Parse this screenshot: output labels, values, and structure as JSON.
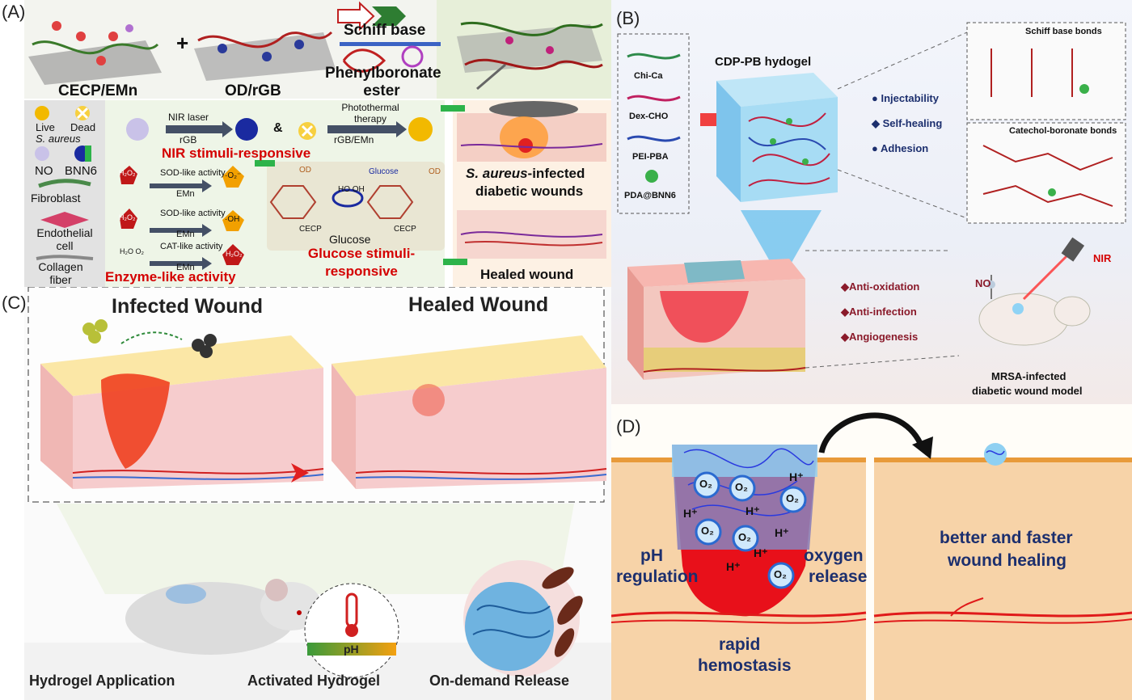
{
  "panels": {
    "A": "(A)",
    "B": "(B)",
    "C": "(C)",
    "D": "(D)"
  },
  "panel_a": {
    "left_component": "CECP/EMn",
    "right_component": "OD/rGB",
    "plus": "+",
    "schiff_base": "Schiff base",
    "phenylboronate_ester": "Phenylboronate ester",
    "legend": {
      "live": "Live",
      "dead": "Dead",
      "s_aureus": "S. aureus",
      "no": "NO",
      "bnn6": "BNN6",
      "fibroblast": "Fibroblast",
      "endothelial_cell": "Endothelial cell",
      "collagen_fiber": "Collagen fiber"
    },
    "nir_laser": "NIR laser",
    "rgb": "rGB",
    "ampersand": "&",
    "photothermal_therapy": "Photothermal therapy",
    "rgb_emn": "rGB/EMn",
    "nir_title": "NIR stimuli-responsive",
    "sod_like_1": "SOD-like activity",
    "sod_like_2": "SOD-like activity",
    "cat_like": "CAT-like activity",
    "emn": "EMn",
    "h2o2": "H₂O₂",
    "o2_radical": "·O₂⁻",
    "oh_radical": "·OH",
    "h2o_o2": "H₂O O₂",
    "enzyme_title": "Enzyme-like activity",
    "glucose_label_small": "Glucose",
    "od": "OD",
    "cecp": "CECP",
    "ho_oh": "HO OH",
    "glucose": "Glucose",
    "glucose_title": "Glucose stimuli-responsive",
    "infected_title_italic": "S. aureus",
    "infected_title_rest": "-infected",
    "infected_title_line2": "diabetic wounds",
    "healed_wound": "Healed wound"
  },
  "panel_b": {
    "legend_items": [
      "Chi-Ca",
      "Dex-CHO",
      "PEI-PBA",
      "PDA@BNN6"
    ],
    "hydrogel_title": "CDP-PB hydogel",
    "properties": [
      "Injectability",
      "Self-healing",
      "Adhesion"
    ],
    "schiff_bonds": "Schiff base bonds",
    "catechol_bonds": "Catechol-boronate bonds",
    "effects": [
      "Anti-oxidation",
      "Anti-infection",
      "Angiogenesis"
    ],
    "no": "NO",
    "nir": "NIR",
    "model_line1": "MRSA-infected",
    "model_line2": "diabetic wound model"
  },
  "panel_c": {
    "infected": "Infected Wound",
    "healed": "Healed Wound",
    "ph": "pH",
    "captions": [
      "Hydrogel Application",
      "Activated Hydrogel",
      "On-demand Release"
    ]
  },
  "panel_d": {
    "o2": "O₂",
    "h_plus": "H⁺",
    "ph_regulation_1": "pH",
    "ph_regulation_2": "regulation",
    "oxygen_release_1": "oxygen",
    "oxygen_release_2": "release",
    "rapid_1": "rapid",
    "rapid_2": "hemostasis",
    "better_1": "better and faster",
    "better_2": "wound healing"
  },
  "colors": {
    "red_title": "#d40000",
    "navy_text": "#1c2f6e",
    "skin_orange": "#f2a45a",
    "wound_red": "#e02020",
    "panel_d_bg": "#f7d3a8"
  }
}
